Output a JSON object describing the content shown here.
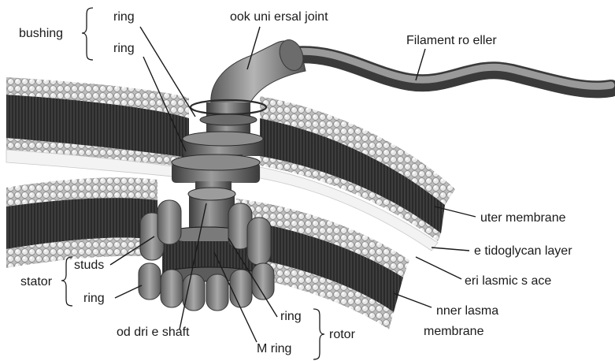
{
  "labels": {
    "bushing": "bushing",
    "ring_top_1": "ring",
    "ring_top_2": "ring",
    "hook_joint": "ook uni ersal joint",
    "filament": "Filament ro eller",
    "outer_membrane": "uter membrane",
    "peptidoglycan": "e tidoglycan layer",
    "periplasmic": "eri lasmic s ace",
    "inner_membrane_1": "nner lasma",
    "inner_membrane_2": "membrane",
    "stator": "stator",
    "studs": "studs",
    "ring_stator": "ring",
    "rod_shaft": "od dri e shaft",
    "ring_rotor": "ring",
    "m_ring": "M ring",
    "rotor": "rotor"
  },
  "colors": {
    "membrane_dark": "#2b2b2b",
    "lipid_head": "#d9d9d9",
    "motor_gray": "#8a8a8a",
    "motor_dark": "#4a4a4a",
    "peptidoglycan": "#f1f1f1"
  }
}
